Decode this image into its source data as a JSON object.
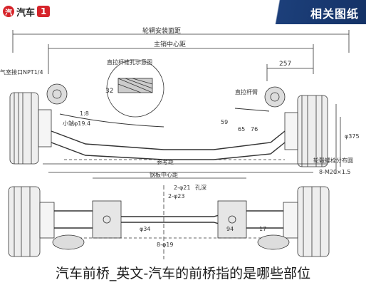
{
  "header": {
    "brand_name": "汽车",
    "brand_badge": "1",
    "section_title": "相关图纸"
  },
  "drawing": {
    "overall_width_label": "轮辋安装面距",
    "kingpin_center_label": "主销中心距",
    "kingpin_bore_label": "气室接口NPT1/4",
    "bore_detail_label": "直拉杆锥孔示意图",
    "tie_rod_label": "直拉杆臂",
    "taper_label": "小端φ19.4",
    "scale_label": "1:8",
    "dim_257": "257",
    "dim_32": "32",
    "dim_59": "59",
    "dim_65": "65",
    "dim_76": "76",
    "dim_375": "φ375",
    "wheel_stud_label": "轮毂螺栓分布圆",
    "thread_label": "8-M20×1.5",
    "ref_label": "参考距",
    "plate_center_label": "钢板中心距",
    "hole_label": "2-φ21",
    "hole_label2": "2-φ23",
    "hole_depth": "孔深",
    "dim_34": "φ34",
    "dim_19": "8-φ19",
    "dim_94": "94",
    "dim_17": "17"
  },
  "caption": {
    "text": "汽车前桥_英文-汽车的前桥指的是哪些部位"
  }
}
